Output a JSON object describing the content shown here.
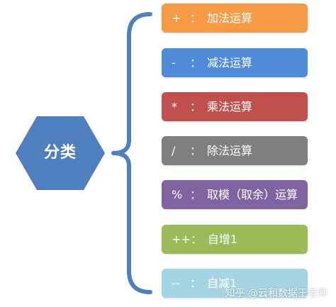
{
  "center": {
    "label": "分类",
    "color": "#4f7fbd"
  },
  "brace_color": "#4f7fbd",
  "items": [
    {
      "symbol": "+",
      "sep": "：",
      "text": "加法运算",
      "color": "#f69a45",
      "text_color": "#ffffff"
    },
    {
      "symbol": "-",
      "sep": "：",
      "text": "减法运算",
      "color": "#4f8bd6",
      "text_color": "#ffffff"
    },
    {
      "symbol": "*",
      "sep": "：",
      "text": "乘法运算",
      "color": "#c0504d",
      "text_color": "#ffffff"
    },
    {
      "symbol": "/",
      "sep": "：",
      "text": "除法运算",
      "color": "#7f7f7f",
      "text_color": "#ffffff"
    },
    {
      "symbol": "%",
      "sep": "：",
      "text": "取模（取余）运算",
      "color": "#8064a2",
      "text_color": "#ffffff"
    },
    {
      "symbol": "++",
      "sep": "：",
      "text": "自增1",
      "color": "#9bbb59",
      "text_color": "#ffffff"
    },
    {
      "symbol": "--",
      "sep": "：",
      "text": "自减1",
      "color": "#a5d5e5",
      "text_color": "#ffffff"
    }
  ],
  "watermark": "知乎 @云和数据王老师"
}
